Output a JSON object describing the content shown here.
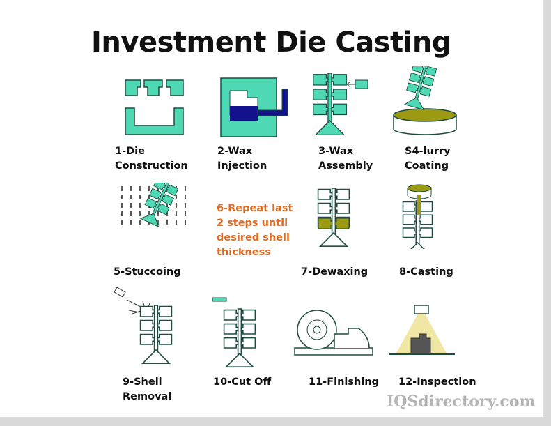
{
  "title": "Investment Die Casting",
  "steps": [
    {
      "label": "1-Die\nConstruction"
    },
    {
      "label": "2-Wax\nInjection"
    },
    {
      "label": "3-Wax\nAssembly"
    },
    {
      "label": "S4-lurry\nCoating"
    },
    {
      "label": "5-Stuccoing"
    },
    {
      "label": "6-Repeat last\n2 steps until\ndesired shell\nthickness"
    },
    {
      "label": "7-Dewaxing"
    },
    {
      "label": "8-Casting"
    },
    {
      "label": "9-Shell\nRemoval"
    },
    {
      "label": "10-Cut Off"
    },
    {
      "label": "11-Finishing"
    },
    {
      "label": "12-Inspection"
    }
  ],
  "watermark": "IQSdirectory.com",
  "colors": {
    "teal": "#4fd8b4",
    "outline": "#1d4d40",
    "navy": "#12128c",
    "olive": "#9b9a12",
    "orange": "#e06a22"
  }
}
